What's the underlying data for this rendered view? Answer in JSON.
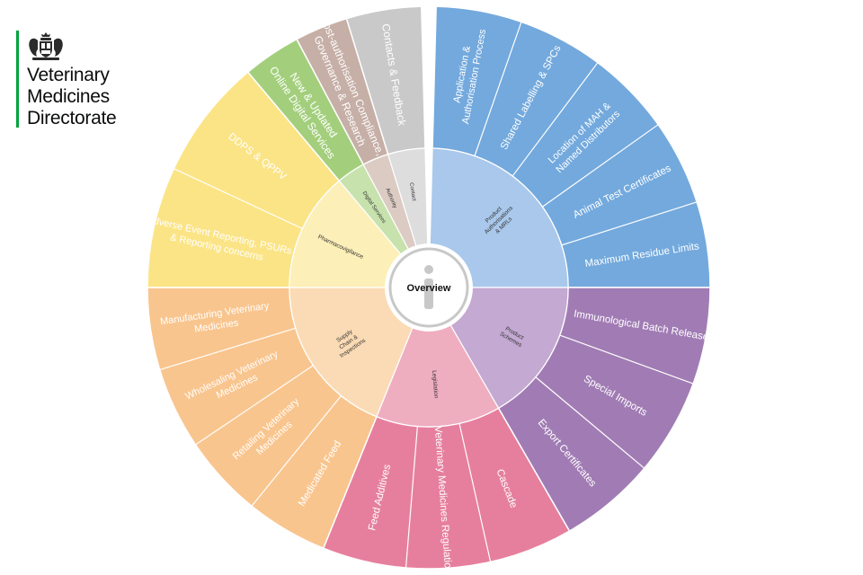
{
  "org": {
    "lines": [
      "Veterinary",
      "Medicines",
      "Directorate"
    ]
  },
  "wheel": {
    "center_label": "Overview",
    "sections": [
      {
        "name": "Product Authorisations & MRLs",
        "lines": [
          "Product",
          "Authorisations",
          "& MRLs"
        ],
        "color": "#73a9dd",
        "inner_color": "#a9c8eb",
        "topics": [
          [
            "Application &",
            "Authorisation Process"
          ],
          [
            "Shared Labelling & SPCs"
          ],
          [
            "Location of MAH &",
            "Named Distributors"
          ],
          [
            "Animal Test Certificates"
          ],
          [
            "Maximum Residue Limits"
          ]
        ]
      },
      {
        "name": "Product Schemes",
        "lines": [
          "Product",
          "Schemes"
        ],
        "color": "#a17cb4",
        "inner_color": "#c4a9d2",
        "topics": [
          [
            "Immunological Batch Release"
          ],
          [
            "Special Imports"
          ],
          [
            "Export Certificates"
          ]
        ]
      },
      {
        "name": "Legislation",
        "lines": [
          "Legislation"
        ],
        "color": "#e67f9d",
        "inner_color": "#efadc0",
        "topics": [
          [
            "Cascade"
          ],
          [
            "Veterinary Medicines Regulations"
          ],
          [
            "Feed Additives"
          ]
        ]
      },
      {
        "name": "Supply Chain & Inspections",
        "lines": [
          "Supply",
          "Chain &",
          "Inspections"
        ],
        "color": "#f9c58e",
        "inner_color": "#fbdbb5",
        "topics": [
          [
            "Medicated Feed"
          ],
          [
            "Retailing Veterinary",
            "Medicines"
          ],
          [
            "Wholesaling Veterinary",
            "Medicines"
          ],
          [
            "Manufacturing Veterinary",
            "Medicines"
          ]
        ]
      },
      {
        "name": "Pharmacovigilance",
        "lines": [
          "Pharmacovigilance"
        ],
        "color": "#fbe486",
        "inner_color": "#fcefb8",
        "topics": [
          [
            "Adverse Event Reporting, PSURs",
            "& Reporting concerns"
          ],
          [
            "DDPS & QPPV"
          ]
        ]
      },
      {
        "name": "Digital Services",
        "lines": [
          "Digital Services"
        ],
        "color": "#a3cf7d",
        "inner_color": "#c7e2ad",
        "topics": [
          [
            "New & Updated",
            "Online Digital Services"
          ]
        ]
      },
      {
        "name": "Authority",
        "lines": [
          "Authority"
        ],
        "color": "#c6afa6",
        "inner_color": "#dccbc3",
        "topics": [
          [
            "Post-authorisation Compliance,",
            "Governance & Research"
          ]
        ]
      },
      {
        "name": "Contact",
        "lines": [
          "Contact"
        ],
        "color": "#c9c9c9",
        "inner_color": "#dddddd",
        "topics": [
          [
            "Contacts & Feedback"
          ]
        ]
      }
    ]
  }
}
